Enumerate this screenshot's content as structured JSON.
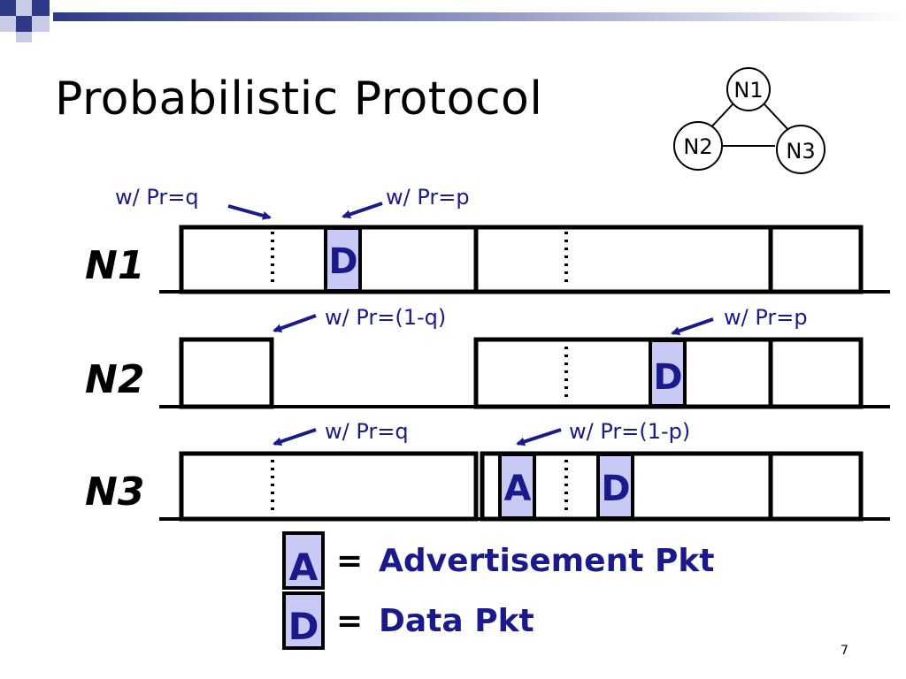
{
  "slide": {
    "title": "Probabilistic Protocol",
    "page_number": "7"
  },
  "topology": {
    "nodes": [
      "N1",
      "N2",
      "N3"
    ]
  },
  "rows": [
    {
      "label": "N1"
    },
    {
      "label": "N2"
    },
    {
      "label": "N3"
    }
  ],
  "annotations": {
    "n1_left": "w/ Pr=q",
    "n1_right": "w/ Pr=p",
    "n2_left": "w/ Pr=(1-q)",
    "n2_right": "w/ Pr=p",
    "n3_left": "w/ Pr=q",
    "n3_right": "w/ Pr=(1-p)"
  },
  "packets": {
    "data": "D",
    "adv": "A"
  },
  "legend": [
    {
      "symbol": "A",
      "equals": "=",
      "text": "Advertisement Pkt"
    },
    {
      "symbol": "D",
      "equals": "=",
      "text": "Data Pkt"
    }
  ],
  "colors": {
    "packet_fill": "#c9c9f5",
    "packet_text": "#1a1a8c",
    "annotation": "#1a1a8c",
    "deco_dark": "#2e3a87",
    "deco_light": "#c7cbe6"
  }
}
